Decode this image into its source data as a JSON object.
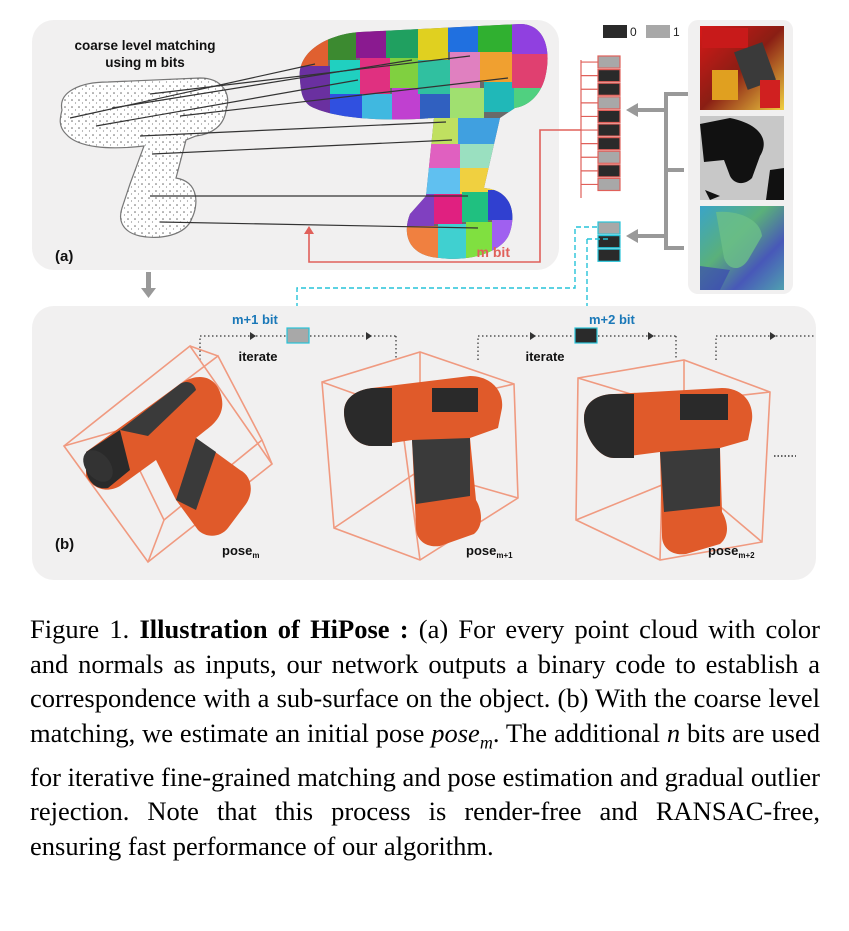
{
  "panel_a": {
    "title_line1": "coarse level matching",
    "title_line2": "using m bits",
    "label": "(a)",
    "m_bit_label": "m bit"
  },
  "legend": {
    "zero": "0",
    "one": "1"
  },
  "panel_b": {
    "label": "(b)",
    "m1_bit_label": "m+1 bit",
    "m2_bit_label": "m+2 bit",
    "iterate1": "iterate",
    "iterate2": "iterate",
    "pose_base": "pose",
    "pose_sub_1": "m",
    "pose_sub_2": "m+1",
    "pose_sub_3": "m+2"
  },
  "binary_code": {
    "column1": [
      1,
      0,
      0,
      1,
      0,
      0,
      0,
      1,
      0,
      1
    ],
    "column2": [
      1,
      0,
      0
    ]
  },
  "colors": {
    "accent_red": "#e0605a",
    "accent_cyan": "#27c3d8",
    "drill_orange": "#e05a2a",
    "box_salmon": "#f09a80",
    "panel_bg": "#f1f0f0",
    "label_blue": "#1a78b8"
  },
  "caption": {
    "prefix": "Figure 1. ",
    "bold": "Illustration of HiPose :",
    "text1": " (a) For every point cloud with color and normals as inputs, our network outputs a binary code to establish a correspondence with a sub-surface on the object. (b) With the coarse level matching, we estimate an initial pose ",
    "math1": "pose",
    "math1_sub": "m",
    "text2": ". The additional ",
    "math2": "n",
    "text3": " bits are used for iterative fine-grained matching and pose estimation and gradual outlier rejection. Note that this process is render-free and RANSAC-free, ensuring fast performance of our algorithm."
  }
}
